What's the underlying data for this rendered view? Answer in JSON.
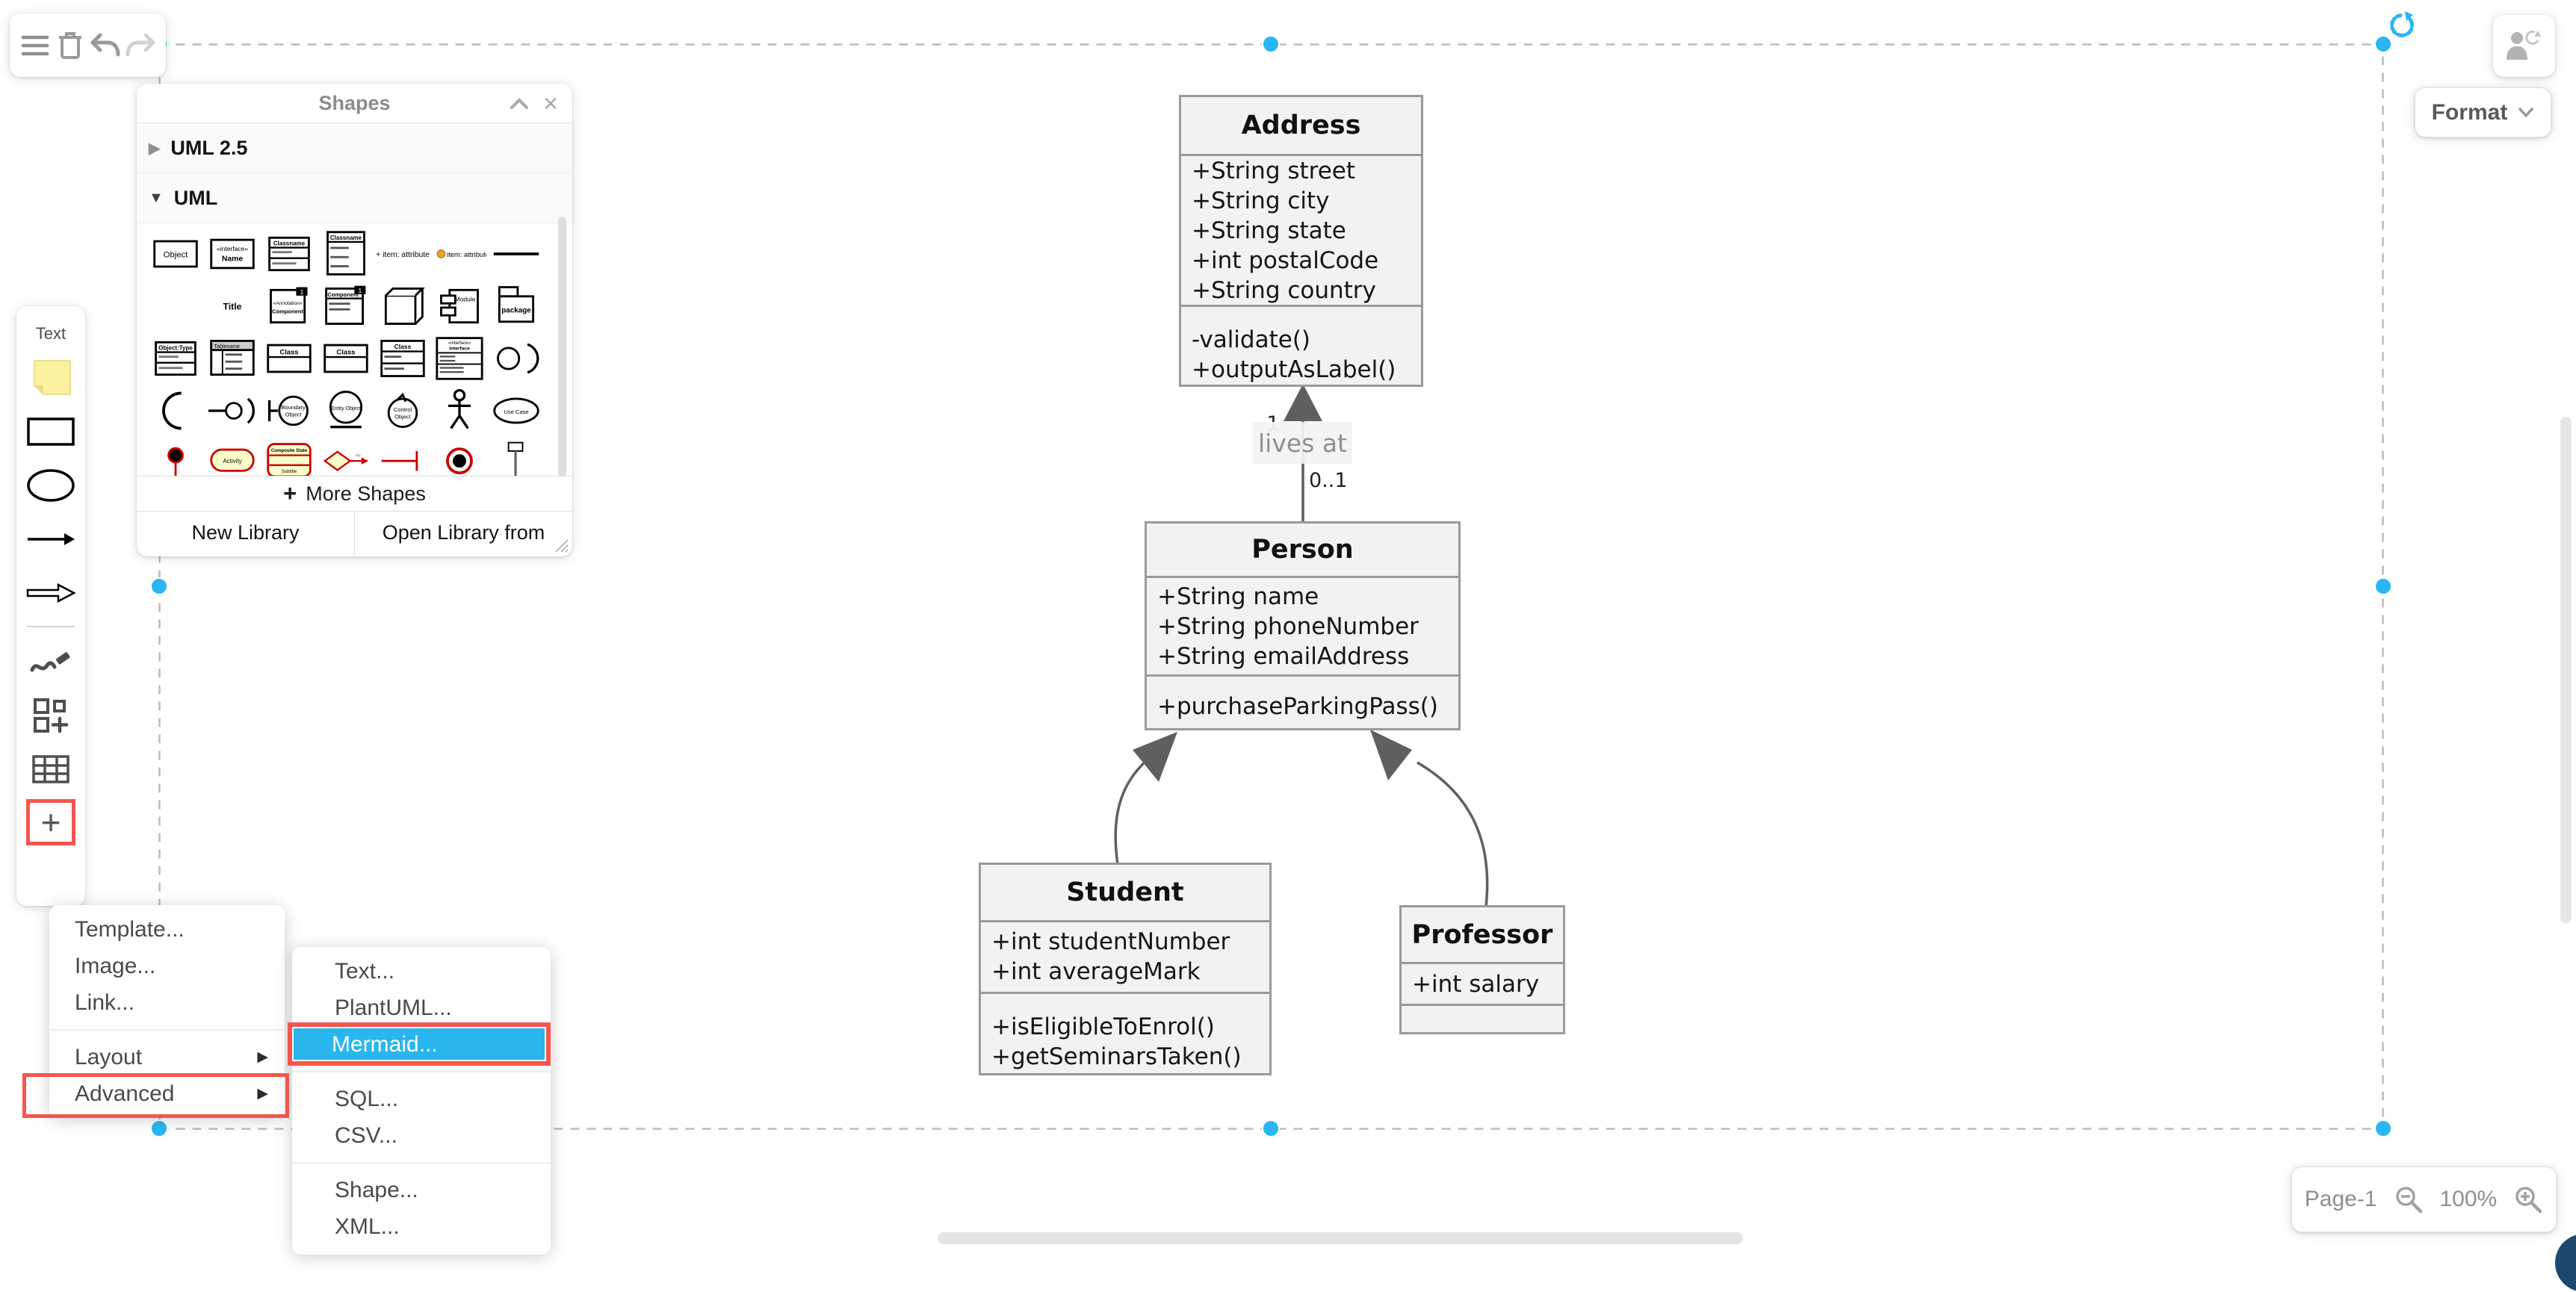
{
  "icons": {
    "close": "✕",
    "submenu_arrow": "▶",
    "collapsed_tri": "▶",
    "expanded_tri": "▼"
  },
  "colors": {
    "selection_blue": "#29b6f2",
    "highlight_red": "#f4564e",
    "menu_highlight_blue": "#29b5ee",
    "edge_gray": "#5f5f5f",
    "class_fill": "#f2f2f2",
    "corner_navy": "#1c4a6e"
  },
  "shapes_panel": {
    "title": "Shapes",
    "sections": [
      {
        "label": "UML 2.5"
      },
      {
        "label": "UML"
      }
    ],
    "more_shapes_plus": "+",
    "more_shapes_label": "More Shapes",
    "new_library_label": "New Library",
    "open_library_label": "Open Library from",
    "grid": [
      {
        "type": "rect-label",
        "label": "Object"
      },
      {
        "type": "rect-2line",
        "label": "«interface»",
        "label2": "Name"
      },
      {
        "type": "class-compact",
        "label": "Classname"
      },
      {
        "type": "class-fields",
        "label": "Classname"
      },
      {
        "type": "text",
        "label": "+ item: attribute"
      },
      {
        "type": "item-icon",
        "label": "item: attribute"
      },
      {
        "type": "hline"
      },
      {
        "type": "empty"
      },
      {
        "type": "text-bold",
        "label": "Title"
      },
      {
        "type": "component-badge",
        "label": "«Annotation»",
        "label2": "Component"
      },
      {
        "type": "component-fields",
        "label": "Component"
      },
      {
        "type": "cube"
      },
      {
        "type": "module",
        "label": "Module"
      },
      {
        "type": "package",
        "label": "package"
      },
      {
        "type": "class-compact",
        "label": "Object:Type"
      },
      {
        "type": "db-table",
        "label": "Tablename"
      },
      {
        "type": "class-empty",
        "label": "Class"
      },
      {
        "type": "class-empty",
        "label": "Class"
      },
      {
        "type": "class-2sec",
        "label": "Class"
      },
      {
        "type": "interface-box",
        "label": "«interface»",
        "label2": "Interface"
      },
      {
        "type": "lollipop"
      },
      {
        "type": "arc"
      },
      {
        "type": "socket"
      },
      {
        "type": "boundary",
        "label": "Boundary",
        "label2": "Object"
      },
      {
        "type": "entity",
        "label": "Entity Object"
      },
      {
        "type": "control",
        "label": "Control",
        "label2": "Object"
      },
      {
        "type": "actor"
      },
      {
        "type": "usecase",
        "label": "Use Case"
      },
      {
        "type": "start-node"
      },
      {
        "type": "activity",
        "label": "Activity"
      },
      {
        "type": "composite",
        "label": "Composite State",
        "label2": "Subtitle"
      },
      {
        "type": "condition"
      },
      {
        "type": "red-line"
      },
      {
        "type": "end-node"
      },
      {
        "type": "post"
      }
    ]
  },
  "sidebar": {
    "text_tool_label": "Text",
    "plus_label": "+"
  },
  "context_menu": {
    "arrow": "▶",
    "items": [
      {
        "label": "Template..."
      },
      {
        "label": "Image..."
      },
      {
        "label": "Link..."
      },
      {
        "label": "Layout",
        "submenu": true
      },
      {
        "label": "Advanced",
        "submenu": true
      }
    ]
  },
  "submenu": {
    "items": [
      {
        "label": "Text..."
      },
      {
        "label": "PlantUML..."
      },
      {
        "label": "Mermaid...",
        "highlighted": true
      },
      {
        "label": "SQL..."
      },
      {
        "label": "CSV..."
      },
      {
        "label": "Shape..."
      },
      {
        "label": "XML..."
      }
    ]
  },
  "header": {
    "format_label": "Format"
  },
  "page_controls": {
    "page_label": "Page-1",
    "zoom_level": "100%"
  },
  "diagram": {
    "classes": [
      {
        "name": "Address",
        "attributes": [
          "+String street",
          "+String city",
          "+String state",
          "+int postalCode",
          "+String country"
        ],
        "methods": [
          "-validate()",
          "+outputAsLabel()"
        ]
      },
      {
        "name": "Person",
        "attributes": [
          "+String name",
          "+String phoneNumber",
          "+String emailAddress"
        ],
        "methods": [
          "+purchaseParkingPass()"
        ]
      },
      {
        "name": "Student",
        "attributes": [
          "+int studentNumber",
          "+int averageMark"
        ],
        "methods": [
          "+isEligibleToEnrol()",
          "+getSeminarsTaken()"
        ]
      },
      {
        "name": "Professor",
        "attributes": [
          "+int salary"
        ],
        "methods": []
      }
    ],
    "association": {
      "source_multiplicity": "1",
      "label": "lives at",
      "target_multiplicity": "0..1"
    }
  }
}
